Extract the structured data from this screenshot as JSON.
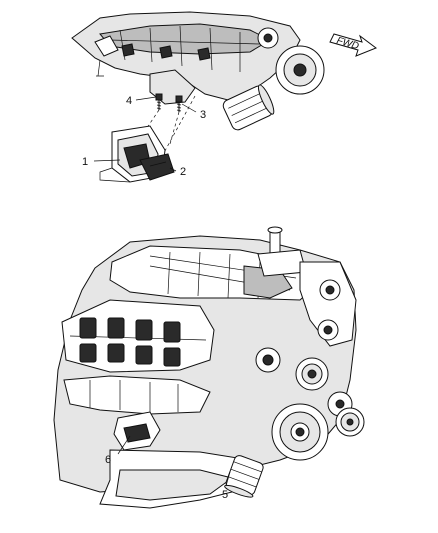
{
  "fwd_arrow": {
    "label": "FWD"
  },
  "callouts": [
    {
      "id": "1",
      "label": "1"
    },
    {
      "id": "2",
      "label": "2"
    },
    {
      "id": "3",
      "label": "3"
    },
    {
      "id": "4",
      "label": "4"
    },
    {
      "id": "5",
      "label": "5"
    },
    {
      "id": "6",
      "label": "6"
    }
  ]
}
